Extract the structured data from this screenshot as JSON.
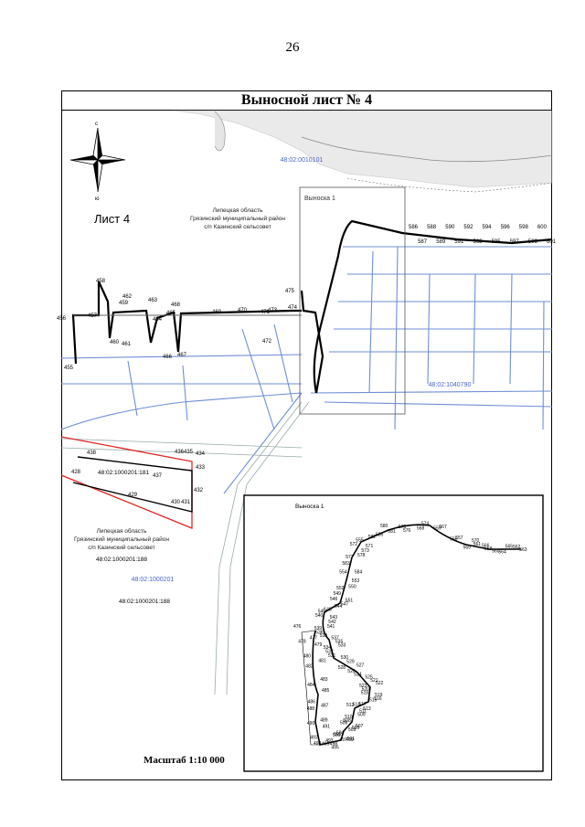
{
  "page_number": "26",
  "sheet_title": "Выносной лист № 4",
  "sheet_label": "Лист 4",
  "compass": {
    "north": "с",
    "south": "ю"
  },
  "region_label_top": [
    "Липецкая область",
    "Грязинский муниципальный район",
    "с/п Казинский сельсовет"
  ],
  "region_label_bottom": [
    "Липецкая область",
    "Грязинский муниципальный район",
    "с/п Казинский сельсовет"
  ],
  "cadastral": {
    "top": "48:02:0010101",
    "mid": "48:02:1040790",
    "plot_181": "48:02:1000201:181",
    "plot_188": "48:02:1000201:188",
    "quarter": "48:02:1000201",
    "plot_188b": "48:02:1000201:188"
  },
  "inset": {
    "title": "Выноска 1",
    "callout_label": "Выноска 1",
    "points": [
      "562",
      "563",
      "564",
      "565",
      "558",
      "560",
      "561",
      "566",
      "569",
      "570",
      "556",
      "557",
      "559",
      "567",
      "568",
      "574",
      "575",
      "576",
      "580",
      "581",
      "582",
      "585",
      "555",
      "571",
      "572",
      "573",
      "577",
      "578",
      "583",
      "584",
      "554",
      "553",
      "552",
      "550",
      "549",
      "551",
      "546",
      "547",
      "548",
      "544",
      "545",
      "543",
      "540",
      "542",
      "539",
      "541",
      "536",
      "537",
      "538",
      "535",
      "534",
      "533",
      "532",
      "530",
      "531",
      "529",
      "528",
      "527",
      "526",
      "525",
      "524",
      "521",
      "523",
      "522",
      "520",
      "519",
      "518",
      "516",
      "517",
      "515",
      "514",
      "513",
      "512",
      "511",
      "510",
      "509",
      "508",
      "507",
      "506",
      "505",
      "504",
      "503",
      "502",
      "501",
      "500",
      "499",
      "498",
      "497",
      "496",
      "495",
      "494",
      "493",
      "492",
      "491",
      "490",
      "489",
      "488",
      "487",
      "486",
      "485",
      "484",
      "483",
      "482",
      "481",
      "480",
      "479",
      "478",
      "477",
      "476"
    ]
  },
  "main_points": {
    "upper": [
      "455",
      "456",
      "457",
      "458",
      "459",
      "460",
      "461",
      "462",
      "463",
      "464",
      "465",
      "466",
      "467",
      "468",
      "469",
      "470",
      "471",
      "472",
      "473",
      "474",
      "475"
    ],
    "right": [
      "586",
      "587",
      "588",
      "589",
      "590",
      "591",
      "592",
      "593",
      "594",
      "595",
      "596",
      "597",
      "598",
      "599",
      "600",
      "601"
    ],
    "lower": [
      "428",
      "429",
      "430",
      "431",
      "432",
      "433",
      "434",
      "435",
      "436",
      "437",
      "438"
    ]
  },
  "scale": "Масштаб 1:10 000"
}
